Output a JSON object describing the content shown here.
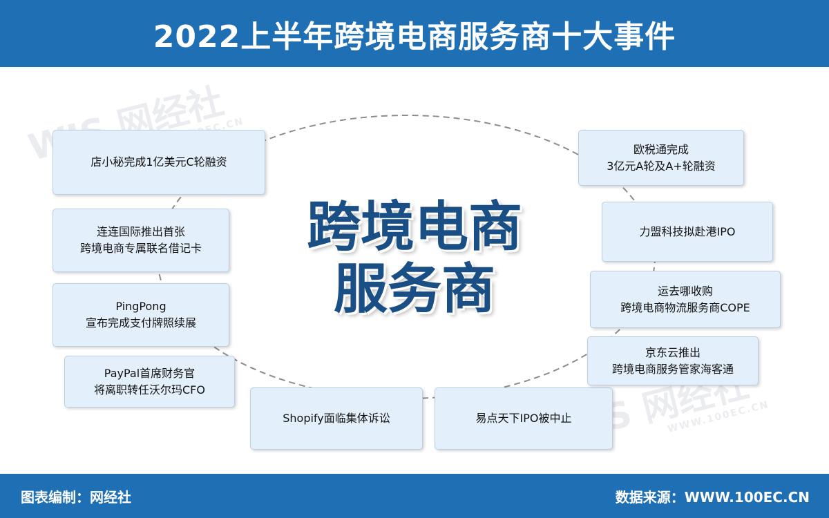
{
  "header": {
    "title": "2022上半年跨境电商服务商十大事件"
  },
  "center": {
    "title": "跨境电商\n服务商"
  },
  "events": {
    "e1": "店小秘完成1亿美元C轮融资",
    "e2": "连连国际推出首张\n跨境电商专属联名借记卡",
    "e3": "PingPong\n宣布完成支付牌照续展",
    "e4": "PayPal首席财务官\n将离职转任沃尔玛CFO",
    "e5": "Shopify面临集体诉讼",
    "e6": "易点天下IPO被中止",
    "e7": "欧税通完成\n3亿元A轮及A+轮融资",
    "e8": "力盟科技拟赴港IPO",
    "e9": "运去哪收购\n跨境电商物流服务商COPE",
    "e10": "京东云推出\n跨境电商服务管家海客通"
  },
  "watermark": {
    "logo": "WJS 网经社",
    "url": "WWW.100EC.CN"
  },
  "footer": {
    "left": "图表编制：网经社",
    "right": "数据来源：WWW.100EC.CN"
  },
  "colors": {
    "header_bg": "#1f6fb5",
    "box_bg": "#e3f0fb",
    "center_text": "#1a4f85"
  }
}
